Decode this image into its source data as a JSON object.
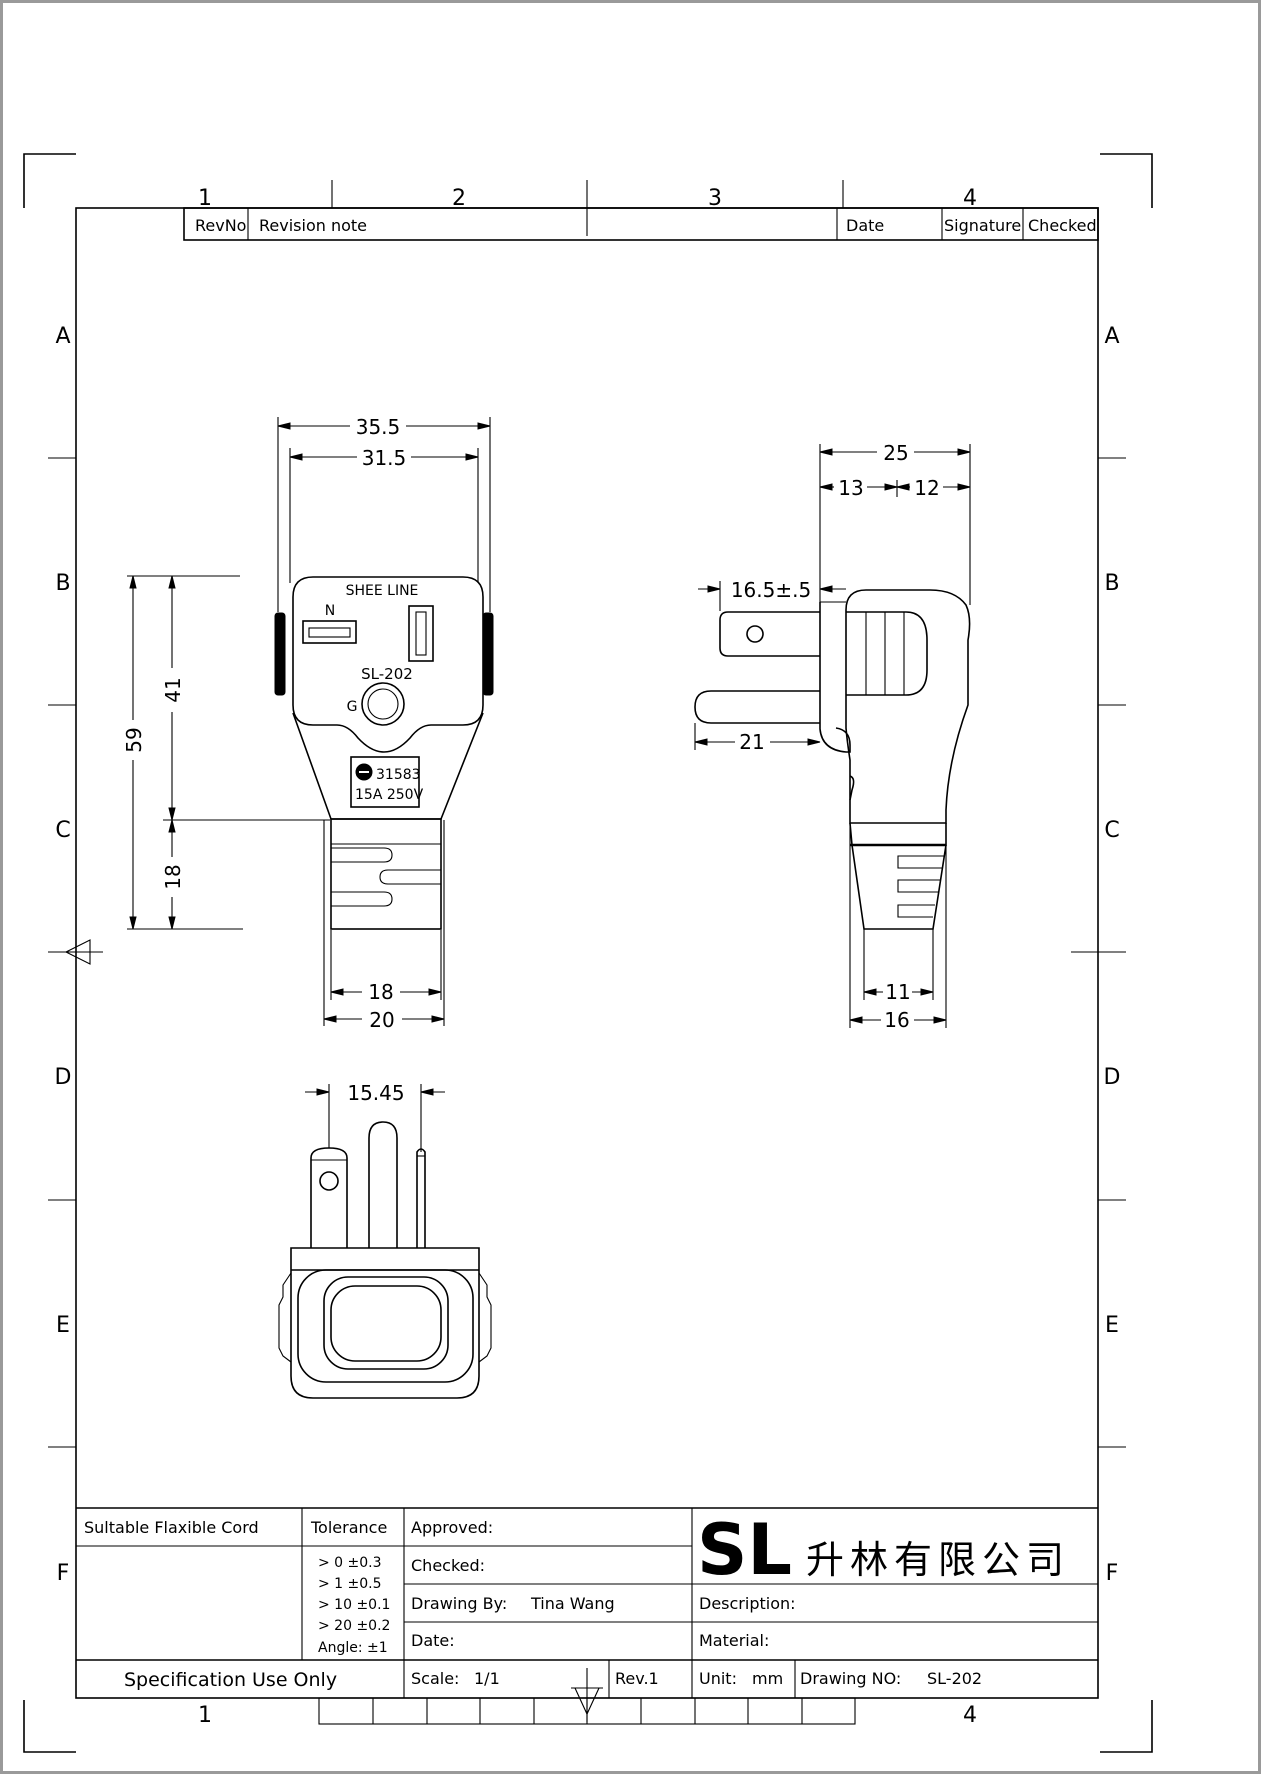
{
  "grid": {
    "columns": [
      "1",
      "2",
      "3",
      "4"
    ],
    "rows": [
      "A",
      "B",
      "C",
      "D",
      "E",
      "F"
    ]
  },
  "revision_table": {
    "headers": [
      "RevNo",
      "Revision note",
      "Date",
      "Signature",
      "Checked"
    ]
  },
  "front_view": {
    "brand": "SHEE LINE",
    "neutral_label": "N",
    "model": "SL-202",
    "ground_label": "G",
    "cert_number": "31583",
    "rating": "15A 250V",
    "dims": {
      "width_outer": "35.5",
      "width_inner": "31.5",
      "height_total": "59",
      "height_head": "41",
      "height_tail": "18",
      "tail_inner": "18",
      "tail_outer": "20"
    }
  },
  "side_view": {
    "dims": {
      "depth_total": "25",
      "depth_left": "13",
      "depth_right": "12",
      "pin_length": "16.5±.5",
      "ground_pin_length": "21",
      "tail_inner": "11",
      "tail_outer": "16"
    }
  },
  "bottom_view": {
    "dims": {
      "pin_spacing": "15.45"
    }
  },
  "title_block": {
    "cord_label": "Sultable Flaxible Cord",
    "tolerance_label": "Tolerance",
    "tolerances": [
      "> 0  ±0.3",
      "> 1  ±0.5",
      "> 10  ±0.1",
      "> 20  ±0.2",
      "Angle: ±1"
    ],
    "approved_label": "Approved:",
    "checked_label": "Checked:",
    "drawing_by_label": "Drawing By:",
    "drawing_by_value": "Tina Wang",
    "date_label": "Date:",
    "spec_label": "Specification Use Only",
    "scale_label": "Scale:",
    "scale_value": "1/1",
    "rev_label": "Rev.1",
    "logo_letters": "SL",
    "company_name": "升林有限公司",
    "description_label": "Description:",
    "material_label": "Material:",
    "unit_label": "Unit:",
    "unit_value": "mm",
    "drawing_no_label": "Drawing NO:",
    "drawing_no_value": "SL-202"
  }
}
